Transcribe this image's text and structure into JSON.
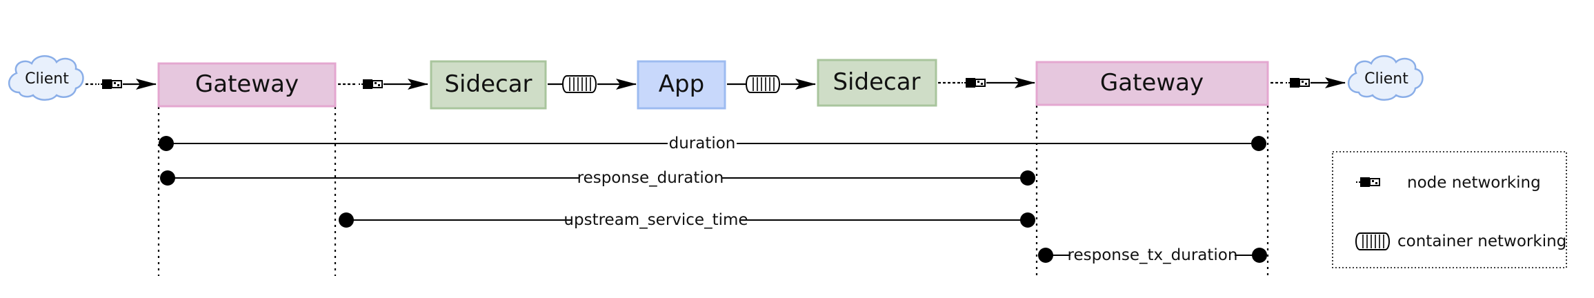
{
  "diagram": {
    "nodes": {
      "client_left": "Client",
      "gateway_left": "Gateway",
      "sidecar_left": "Sidecar",
      "app": "App",
      "sidecar_right": "Sidecar",
      "gateway_right": "Gateway",
      "client_right": "Client"
    },
    "metrics": {
      "duration": "duration",
      "response_duration": "response_duration",
      "upstream_service_time": "upstream_service_time",
      "response_tx_duration": "response_tx_duration"
    },
    "legend": {
      "node_networking": "node networking",
      "container_networking": "container networking"
    },
    "icons": {
      "node_networking": "ethernet-cable-icon",
      "container_networking": "container-network-icon"
    },
    "colors": {
      "gateway_fill": "#e6c7de",
      "gateway_border": "#e4a7d0",
      "sidecar_fill": "#cfddc7",
      "sidecar_border": "#a9c59d",
      "app_fill": "#c8d8fb",
      "app_border": "#9dbbf0",
      "cloud_fill": "#e8f0fc",
      "cloud_border": "#8aaee8"
    }
  }
}
